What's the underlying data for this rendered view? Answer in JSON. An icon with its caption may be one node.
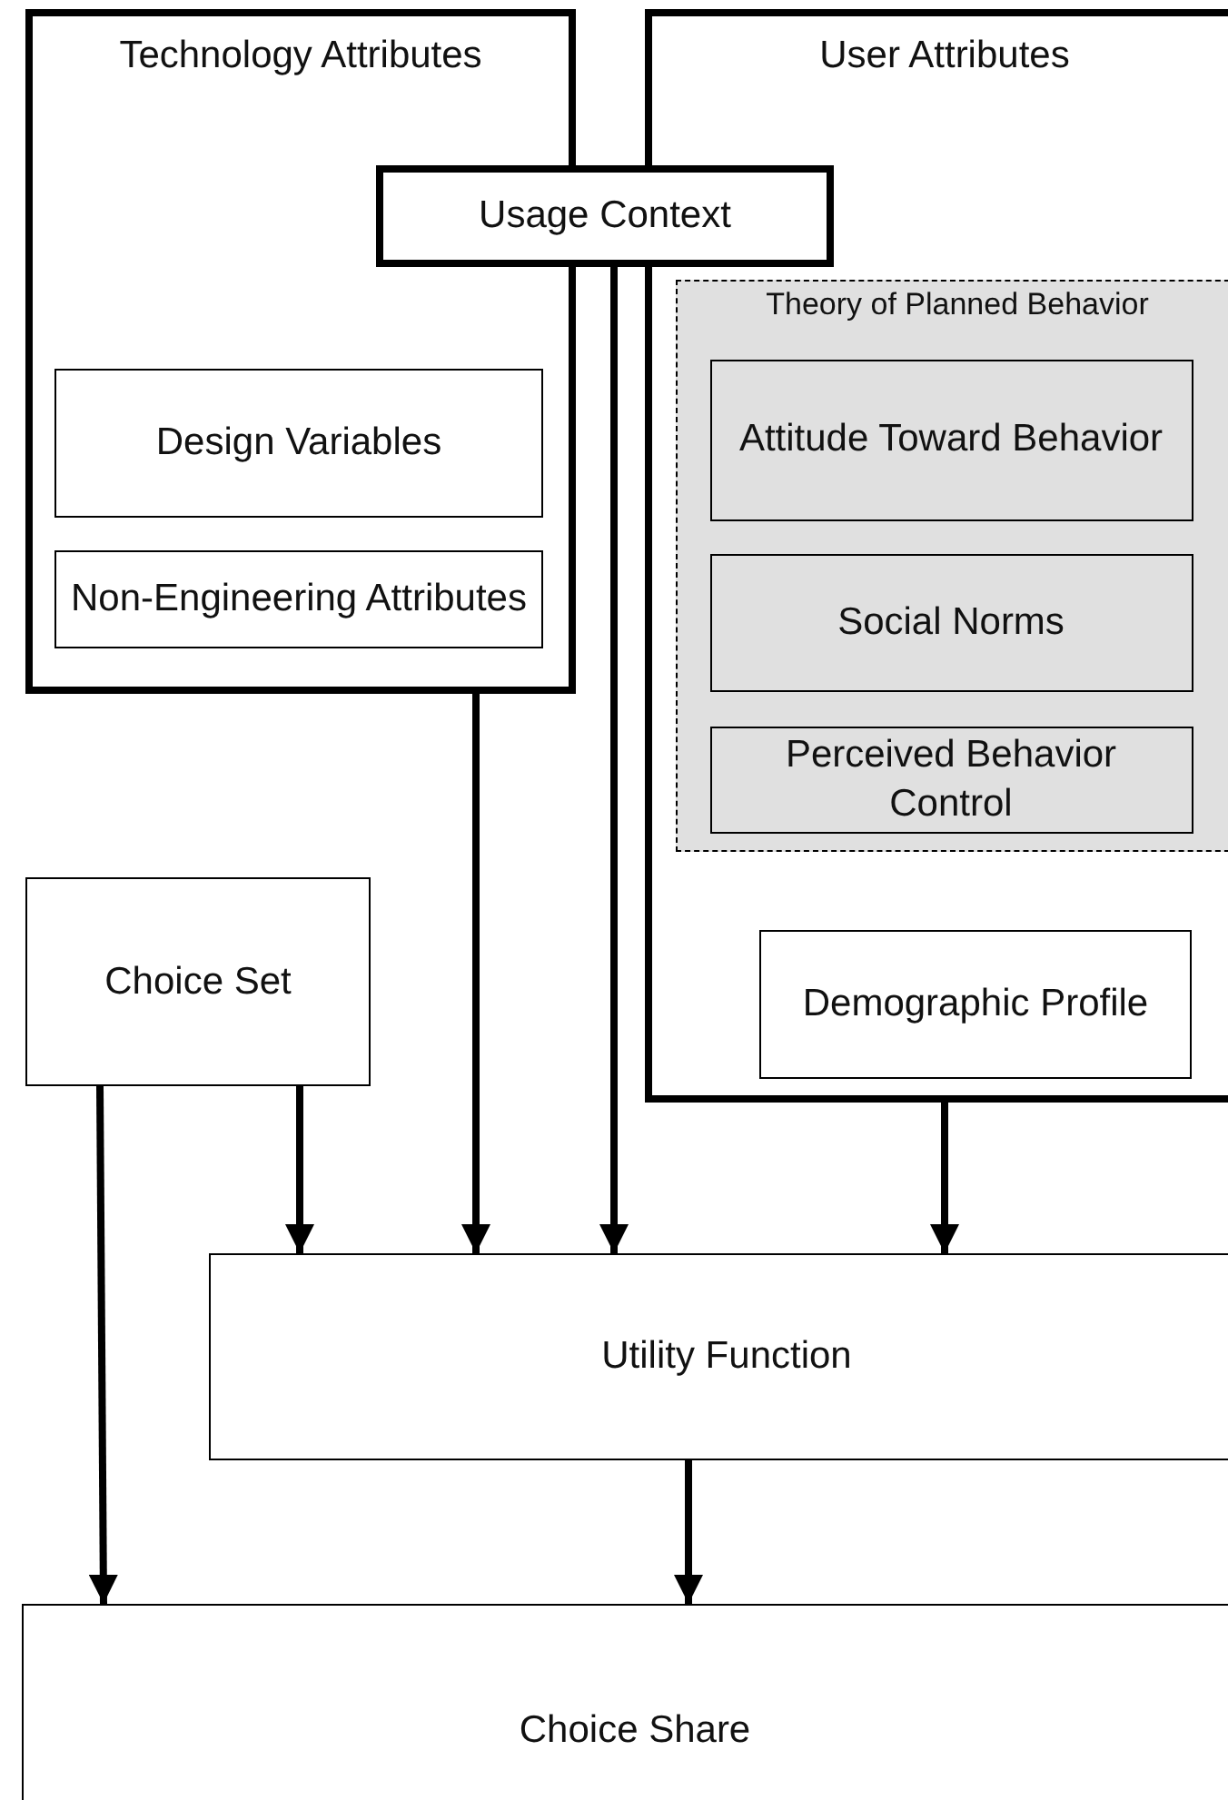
{
  "diagram": {
    "nodes": [
      {
        "text": [
          "Technology Attributes"
        ]
      },
      {
        "text": [
          "User Attributes"
        ]
      },
      {
        "text": [
          "Usage Context"
        ]
      },
      {
        "text": [
          "Design Variables"
        ],
        "in": 0
      },
      {
        "text": [
          "Non-Engineering Attributes"
        ],
        "in": 0
      },
      {
        "text": [
          "Theory of Planned Behavior"
        ],
        "in": 1
      },
      {
        "text": [
          "Attitude Toward Behavior"
        ],
        "in": 5
      },
      {
        "text": [
          "Social Norms"
        ],
        "in": 5
      },
      {
        "text": [
          "Perceived Behavior Control"
        ],
        "in": 5
      },
      {
        "text": [
          "Demographic Profile"
        ],
        "in": 1
      },
      {
        "text": [
          "Choice Set"
        ]
      },
      {
        "text": [
          "Utility Function"
        ]
      },
      {
        "text": [
          "Choice Share"
        ]
      }
    ],
    "edges": [
      {
        "from": 10,
        "to": 11,
        "arrow": "to"
      },
      {
        "from": 0,
        "to": 11,
        "arrow": "to"
      },
      {
        "from": 2,
        "to": 11,
        "arrow": "to"
      },
      {
        "from": 1,
        "to": 11,
        "arrow": "to"
      },
      {
        "from": 11,
        "to": 12,
        "arrow": "to"
      },
      {
        "from": 10,
        "to": 12,
        "arrow": "to"
      }
    ]
  }
}
